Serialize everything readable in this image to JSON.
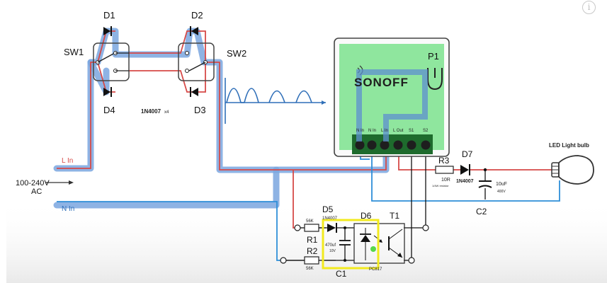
{
  "labels": {
    "d1": "D1",
    "d2": "D2",
    "d3": "D3",
    "d4": "D4",
    "sw1": "SW1",
    "sw2": "SW2",
    "p1": "P1",
    "diode_part": "1N4007",
    "diode_qty": "x4",
    "l_in": "L In",
    "n_in": "N In",
    "supply_1": "100-240V",
    "supply_2": "AC",
    "brand": "SONOFF",
    "term_n_in": "N In",
    "term_n_in2": "N In",
    "term_l_in": "L In",
    "term_l_out": "L Out",
    "term_s1": "S1",
    "term_s2": "S2",
    "r3": "R3",
    "r3_val": "10R",
    "r3_note": "1/4W resistor",
    "d7": "D7",
    "d7_part": "1N4007",
    "c2": "C2",
    "c2_val": "10uF",
    "c2_volt": "400V",
    "led": "LED Light bulb",
    "d5": "D5",
    "d5_part": "1N4007",
    "d6": "D6",
    "t1": "T1",
    "r1": "R1",
    "r2": "R2",
    "r1_val": "56K",
    "r2_val": "56K",
    "c1": "C1",
    "c1_val": "470uf",
    "c1_volt": "10V",
    "opto": "PC817"
  },
  "colors": {
    "highlight_blue": "#7aa6df",
    "live_red": "#d64a48",
    "neutral_blue": "#2f8fd8",
    "board_green": "#8fe69e",
    "opto_box": "#f2ea1e",
    "black_wire": "#111111"
  },
  "info_icon": "i"
}
